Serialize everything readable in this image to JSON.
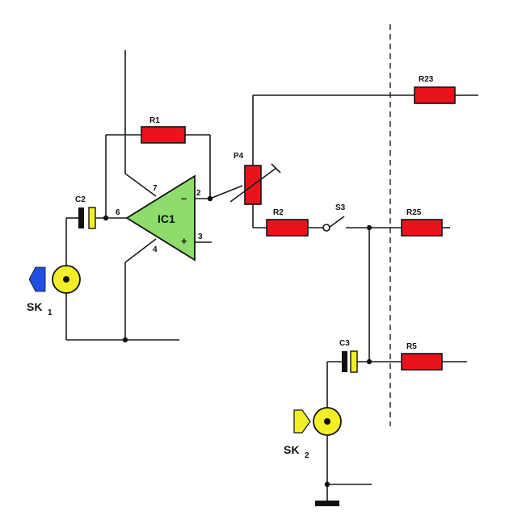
{
  "diagram": {
    "colors": {
      "resistor": "#e8141c",
      "opamp": "#8ddc6c",
      "jack": "#f2ef28",
      "capacitor_plate": "#f2ef28",
      "arrow_in": "#1f4fe0",
      "arrow_out": "#f2ef28",
      "wire": "#1a1a1a"
    },
    "opamp": {
      "label": "IC1",
      "pin_minus": "2",
      "pin_plus": "3",
      "pin_in": "6",
      "pin_top": "7",
      "pin_bottom": "4",
      "sign_minus": "–",
      "sign_plus": "+"
    },
    "components": {
      "r1": "R1",
      "r2": "R2",
      "r23": "R23",
      "r25": "R25",
      "r5": "R5",
      "p4": "P4",
      "s3": "S3",
      "c2": "C2",
      "c3": "C3"
    },
    "jacks": {
      "sk1": {
        "name": "SK",
        "sub": "1",
        "arrow": "input-arrow-icon"
      },
      "sk2": {
        "name": "SK",
        "sub": "2",
        "arrow": "output-arrow-icon"
      }
    }
  }
}
